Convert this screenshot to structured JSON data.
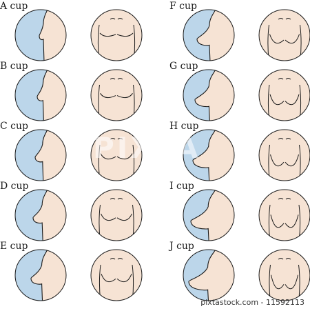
{
  "colors": {
    "skin": "#f6e3d4",
    "body_side": "#bcd6ea",
    "stroke": "#1a1a1a"
  },
  "cups": [
    {
      "label": "A cup"
    },
    {
      "label": "B cup"
    },
    {
      "label": "C cup"
    },
    {
      "label": "D cup"
    },
    {
      "label": "E cup"
    },
    {
      "label": "F cup"
    },
    {
      "label": "G cup"
    },
    {
      "label": "H cup"
    },
    {
      "label": "I cup"
    },
    {
      "label": "J cup"
    }
  ],
  "watermark": "PIXTA",
  "credit": "pixtastock.com - 11592113"
}
